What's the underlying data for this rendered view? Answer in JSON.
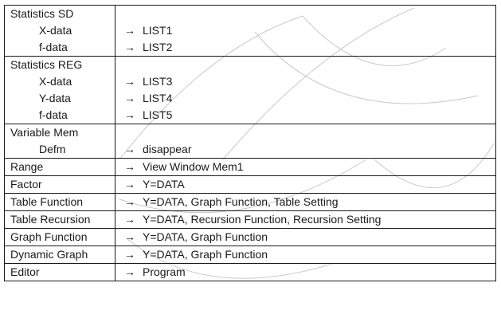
{
  "arrow": "→",
  "groups": [
    {
      "title": "Statistics SD",
      "items": [
        {
          "label": "X-data",
          "value": "LIST1"
        },
        {
          "label": "f-data",
          "value": "LIST2"
        }
      ]
    },
    {
      "title": "Statistics REG",
      "items": [
        {
          "label": "X-data",
          "value": "LIST3"
        },
        {
          "label": "Y-data",
          "value": "LIST4"
        },
        {
          "label": "f-data",
          "value": "LIST5"
        }
      ]
    },
    {
      "title": "Variable Mem",
      "items": [
        {
          "label": "Defm",
          "value": "disappear"
        }
      ]
    }
  ],
  "rows": [
    {
      "label": "Range",
      "value": "View Window Mem1"
    },
    {
      "label": "Factor",
      "value": "Y=DATA"
    },
    {
      "label": "Table Function",
      "value": "Y=DATA, Graph Function, Table Setting"
    },
    {
      "label": "Table Recursion",
      "value": "Y=DATA, Recursion Function, Recursion Setting"
    },
    {
      "label": "Graph Function",
      "value": "Y=DATA, Graph Function"
    },
    {
      "label": "Dynamic Graph",
      "value": "Y=DATA, Graph Function"
    },
    {
      "label": "Editor",
      "value": "Program"
    }
  ]
}
